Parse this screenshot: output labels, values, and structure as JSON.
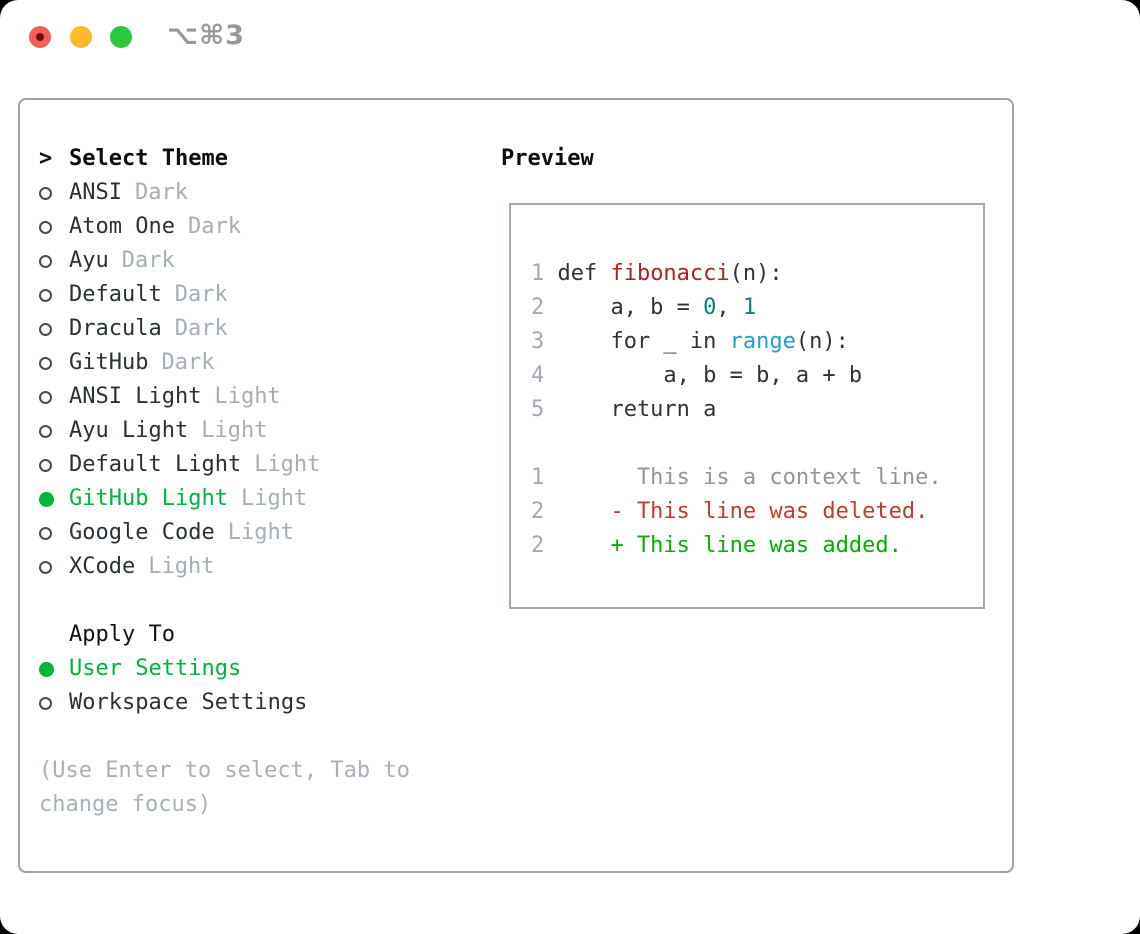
{
  "window": {
    "shortcut_label": "⌥⌘3"
  },
  "colors": {
    "accent_green": "#00b43c",
    "added_green": "#00b100",
    "deleted_red": "#c63a2d",
    "function_red": "#b01f24",
    "number_teal": "#0e7c7c",
    "builtin_blue": "#219ed6",
    "muted_gray": "#a6aeb8",
    "context_gray": "#8f979e",
    "text_dark": "#2b3138",
    "border_gray": "#9ba3af",
    "traffic_red": "#f4615a",
    "traffic_yellow": "#fcbb2d",
    "traffic_green": "#29c93d"
  },
  "theme_picker": {
    "marker": ">",
    "title": "Select Theme",
    "items": [
      {
        "name": "ANSI",
        "variant": "Dark",
        "state": "unselected"
      },
      {
        "name": "Atom One",
        "variant": "Dark",
        "state": "unselected"
      },
      {
        "name": "Ayu",
        "variant": "Dark",
        "state": "unselected"
      },
      {
        "name": "Default",
        "variant": "Dark",
        "state": "unselected"
      },
      {
        "name": "Dracula",
        "variant": "Dark",
        "state": "unselected"
      },
      {
        "name": "GitHub",
        "variant": "Dark",
        "state": "unselected"
      },
      {
        "name": "ANSI Light",
        "variant": "Light",
        "state": "unselected"
      },
      {
        "name": "Ayu Light",
        "variant": "Light",
        "state": "unselected"
      },
      {
        "name": "Default Light",
        "variant": "Light",
        "state": "unselected"
      },
      {
        "name": "GitHub Light",
        "variant": "Light",
        "state": "selected"
      },
      {
        "name": "Google Code",
        "variant": "Light",
        "state": "unselected"
      },
      {
        "name": "XCode",
        "variant": "Light",
        "state": "unselected"
      }
    ]
  },
  "apply_to": {
    "title": "Apply To",
    "items": [
      {
        "label": "User Settings",
        "state": "selected"
      },
      {
        "label": "Workspace Settings",
        "state": "unselected"
      }
    ]
  },
  "hint": "(Use Enter to select, Tab to change focus)",
  "preview": {
    "title": "Preview",
    "lines": [
      {
        "number": "1",
        "segments": [
          {
            "text": "def ",
            "type": "plain"
          },
          {
            "text": "fibonacci",
            "type": "function"
          },
          {
            "text": "(n):",
            "type": "plain"
          }
        ]
      },
      {
        "number": "2",
        "segments": [
          {
            "text": "    a, b = ",
            "type": "plain"
          },
          {
            "text": "0",
            "type": "number"
          },
          {
            "text": ", ",
            "type": "plain"
          },
          {
            "text": "1",
            "type": "number"
          }
        ]
      },
      {
        "number": "3",
        "segments": [
          {
            "text": "    for _ in ",
            "type": "plain"
          },
          {
            "text": "range",
            "type": "builtin"
          },
          {
            "text": "(n):",
            "type": "plain"
          }
        ]
      },
      {
        "number": "4",
        "segments": [
          {
            "text": "        a, b = b, a + b",
            "type": "plain"
          }
        ]
      },
      {
        "number": "5",
        "segments": [
          {
            "text": "    return a",
            "type": "plain"
          }
        ]
      },
      {
        "number": "",
        "segments": []
      },
      {
        "number": "1",
        "segments": [
          {
            "text": "      This is a context line.",
            "type": "context"
          }
        ]
      },
      {
        "number": "2",
        "segments": [
          {
            "text": "    - This line was deleted.",
            "type": "deleted"
          }
        ]
      },
      {
        "number": "2",
        "segments": [
          {
            "text": "    + This line was added.",
            "type": "added"
          }
        ]
      }
    ]
  }
}
